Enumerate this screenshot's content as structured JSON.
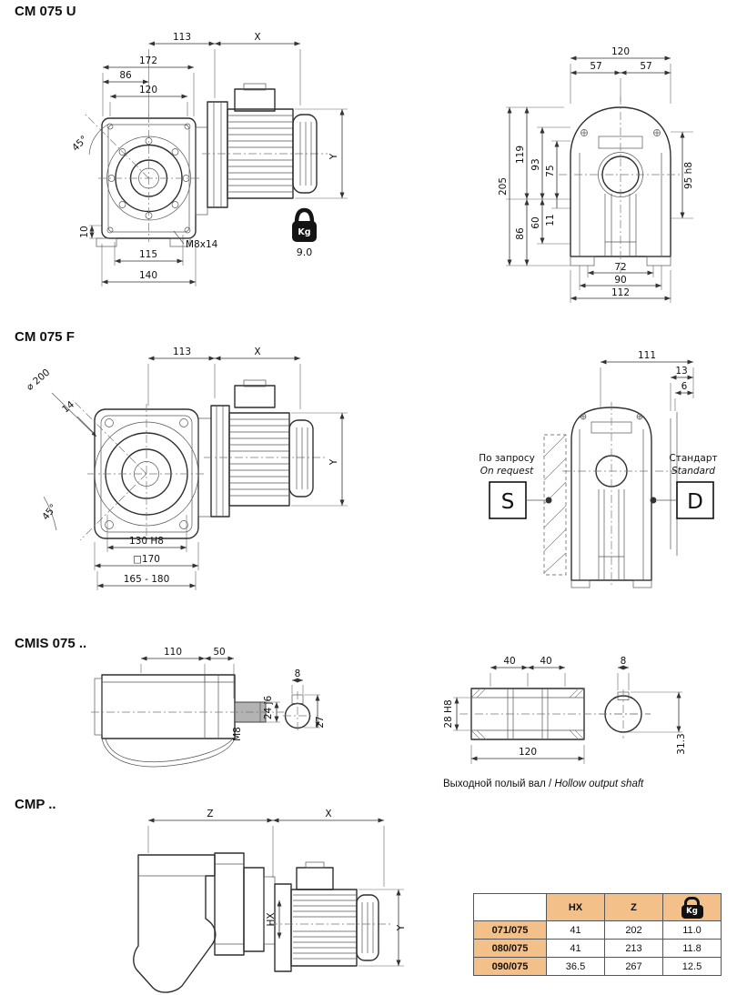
{
  "colors": {
    "accent": "#f4c08a",
    "line": "#333333"
  },
  "cm075u": {
    "title": "CM 075 U",
    "dims": {
      "d113": "113",
      "dX": "X",
      "d172": "172",
      "d86": "86",
      "d120": "120",
      "d45": "45°",
      "d10": "10",
      "m8x14": "M8x14",
      "d115": "115",
      "d140": "140",
      "dY": "Y",
      "r120": "120",
      "r57a": "57",
      "r57b": "57",
      "r205": "205",
      "r119": "119",
      "r93": "93",
      "r75": "75",
      "r86": "86",
      "r60": "60",
      "r11": "11",
      "r95h8": "95 h8",
      "r72": "72",
      "r90": "90",
      "r112": "112"
    },
    "weight": {
      "label": "Kg",
      "value": "9.0"
    }
  },
  "cm075f": {
    "title": "CM 075 F",
    "dims": {
      "d200": "⌀ 200",
      "d14": "14",
      "d113": "113",
      "dX": "X",
      "d45": "45°",
      "d130": "130 H8",
      "d170": "□170",
      "d165": "165 - 180",
      "dY": "Y",
      "r111": "111",
      "r13": "13",
      "r6": "6"
    },
    "options": {
      "request_ru": "По запросу",
      "request_en": "On request",
      "s": "S",
      "standard_ru": "Стандарт",
      "standard_en": "Standard",
      "d": "D"
    }
  },
  "cmis075": {
    "title": "CMIS 075 ..",
    "dims": {
      "d110": "110",
      "d50": "50",
      "d24": "24 j6",
      "m8": "M8",
      "d8": "8",
      "d27": "27",
      "r40a": "40",
      "r40b": "40",
      "r8": "8",
      "r28": "28 H8",
      "r120": "120",
      "r313": "31.3"
    },
    "caption": {
      "ru": "Выходной полый вал",
      "sep": " / ",
      "en": "Hollow output shaft"
    }
  },
  "cmp": {
    "title": "CMP ..",
    "dims": {
      "dZ": "Z",
      "dX": "X",
      "dHX": "HX",
      "dY": "Y"
    },
    "table": {
      "col_hx": "HX",
      "col_z": "Z",
      "col_kg": "Kg",
      "rows": [
        {
          "model": "071/075",
          "hx": "41",
          "z": "202",
          "kg": "11.0"
        },
        {
          "model": "080/075",
          "hx": "41",
          "z": "213",
          "kg": "11.8"
        },
        {
          "model": "090/075",
          "hx": "36.5",
          "z": "267",
          "kg": "12.5"
        }
      ]
    }
  }
}
